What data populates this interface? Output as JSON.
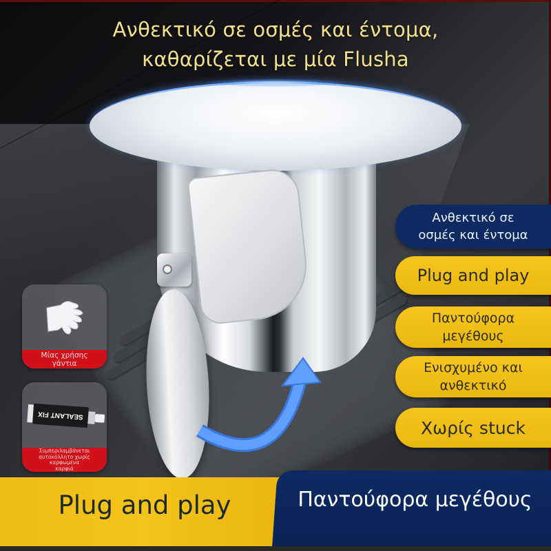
{
  "headline": {
    "line1": "Ανθεκτικό σε οσμές και έντομα,",
    "line2": "καθαρίζεται με μία Flusha"
  },
  "feature_badges": [
    {
      "lines": [
        "Ανθεκτικό σε",
        "οσμές και έντομα"
      ],
      "style": "navy"
    },
    {
      "lines": [
        "Plug and play"
      ],
      "style": "yellow"
    },
    {
      "lines": [
        "Παντούφορα",
        "μεγέθους"
      ],
      "style": "yellow"
    },
    {
      "lines": [
        "Ενισχυμένο και",
        "ανθεκτικό"
      ],
      "style": "yellow"
    },
    {
      "lines": [
        "Χωρίς stuck"
      ],
      "style": "yellow"
    }
  ],
  "accessory_cards": [
    {
      "icon": "glove-icon",
      "label_lines": [
        "Μίας χρήσης",
        "γάντια"
      ]
    },
    {
      "icon": "sealant-tube-icon",
      "tube_text": "SEALANT FIX",
      "label_lines": [
        "Συμπεριλαμβάνεται",
        "αυτοκόλλητο χωρίς",
        "καρφωμένα",
        "καρφιά"
      ]
    }
  ],
  "bottom_banner": {
    "left_label": "Plug and play",
    "right_label": "Παντούφορα μεγέθους"
  },
  "colors": {
    "headline_text": "#f3e08a",
    "navy": "#0d2a63",
    "yellow": "#f4c41c",
    "card_label_red": "#d0101a",
    "arrow_blue": "#4a90ff"
  }
}
